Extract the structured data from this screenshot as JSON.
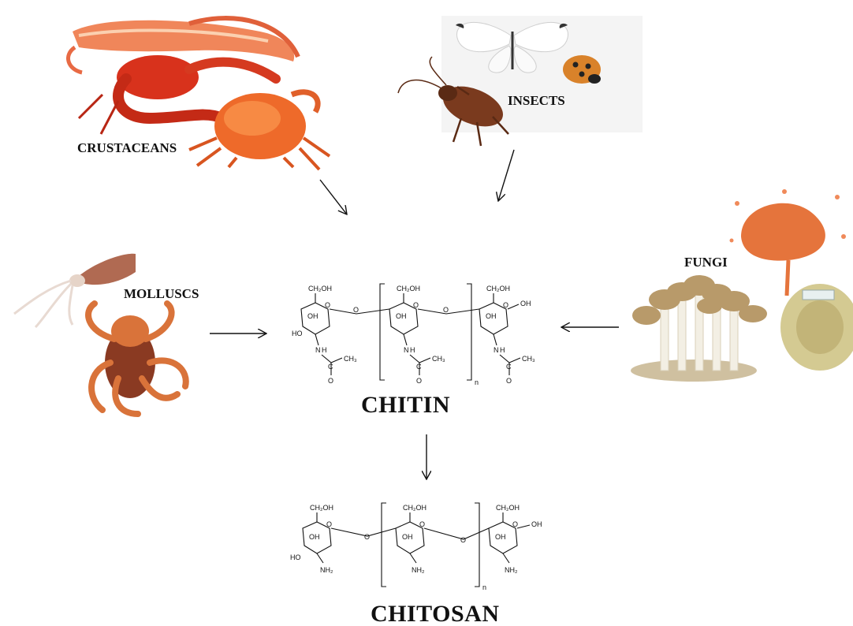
{
  "sources": {
    "crustaceans": "CRUSTACEANS",
    "insects": "INSECTS",
    "molluscs": "MOLLUSCS",
    "fungi": "FUNGI"
  },
  "chitin": {
    "name": "CHITIN",
    "left_ring": [
      "CH₂OH",
      "OH",
      "HO",
      "O",
      "N",
      "H",
      "C",
      "CH₃",
      "O"
    ],
    "mid_ring": [
      "CH₂OH",
      "OH",
      "O",
      "N",
      "H",
      "C",
      "CH₃",
      "O"
    ],
    "right_ring": [
      "CH₂OH",
      "OH",
      "OH",
      "O",
      "N",
      "H",
      "C",
      "CH₃",
      "O"
    ],
    "bridge_o": "O",
    "repeat": "n"
  },
  "chitosan": {
    "name": "CHITOSAN",
    "left_ring": [
      "CH₂OH",
      "OH",
      "HO",
      "O",
      "NH₂"
    ],
    "mid_ring": [
      "CH₂OH",
      "OH",
      "O",
      "NH₂"
    ],
    "right_ring": [
      "CH₂OH",
      "OH",
      "OH",
      "O",
      "NH₂"
    ],
    "bridge_o": "O",
    "repeat": "n"
  }
}
